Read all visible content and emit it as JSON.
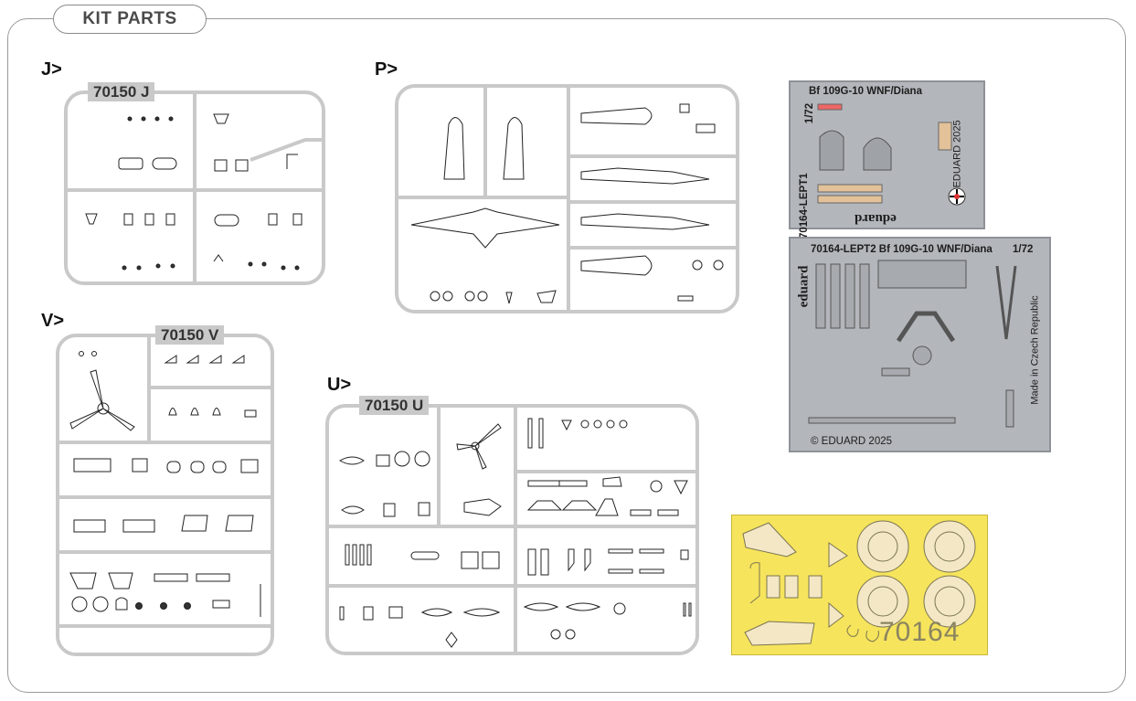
{
  "section_title": "KIT PARTS",
  "sprues": {
    "J": {
      "label": "J>",
      "code": "70150 J"
    },
    "P": {
      "label": "P>"
    },
    "V": {
      "label": "V>",
      "code": "70150 V"
    },
    "U": {
      "label": "U>",
      "code": "70150 U"
    }
  },
  "photo_etch": {
    "fret1": {
      "title": "Bf 109G-10 WNF/Diana",
      "scale": "1/72",
      "code": "70164-LEPT1",
      "brand": "eduard",
      "copyright": "© EDUARD 2025"
    },
    "fret2": {
      "title": "70164-LEPT2  Bf 109G-10 WNF/Diana",
      "scale": "1/72",
      "brand": "eduard",
      "made_in": "Made in Czech Republic",
      "copyright": "© EDUARD 2025"
    }
  },
  "mask": {
    "number": "70164"
  },
  "colors": {
    "sprue_gray": "#c9c9c9",
    "pe_steel": "#b3b6bb",
    "mask_yellow": "#f6e45c"
  }
}
